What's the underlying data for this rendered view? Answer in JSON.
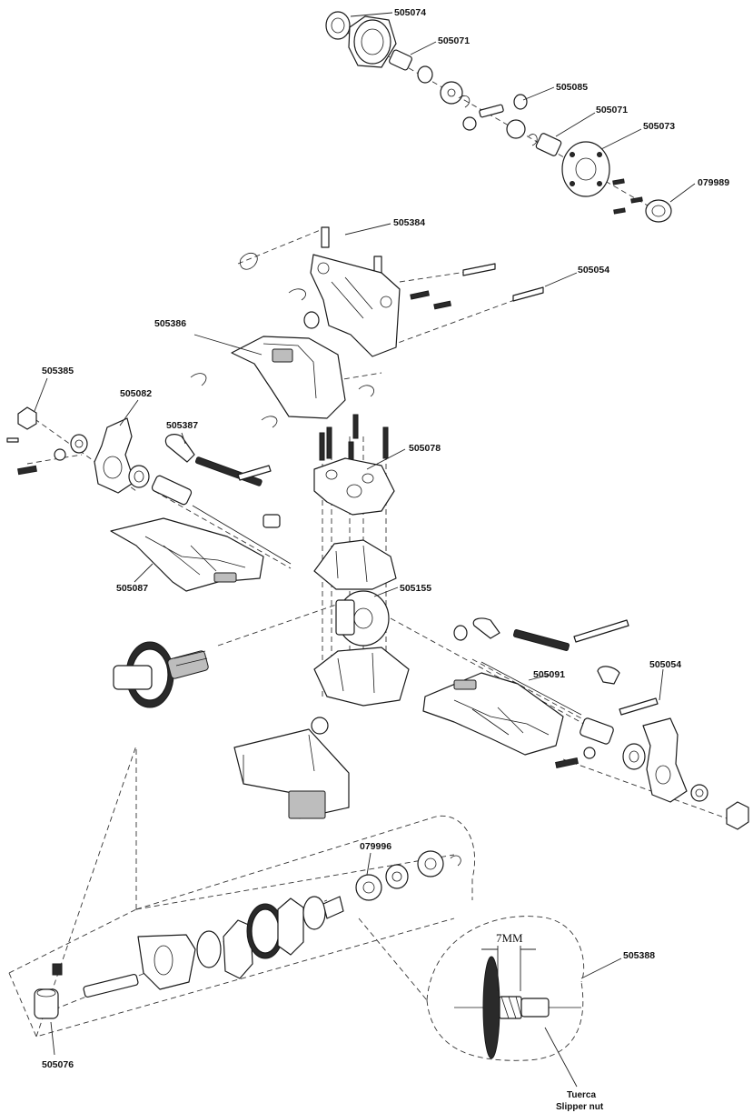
{
  "diagram": {
    "part_numbers": {
      "diff_case": "505074",
      "diff_cup_top": "505071",
      "diff_gear_small": "505085",
      "diff_cup_right": "505071",
      "diff_ring": "505073",
      "bearing_top": "079989",
      "shock_tower_studs": "505384",
      "shock_tower_pins": "505054",
      "gear_cover": "505386",
      "wheel_nut_left": "505385",
      "hub_carrier_left": "505082",
      "turnbuckle_left": "505387",
      "bulkhead": "505078",
      "arm_left": "505087",
      "diff_assembly": "505155",
      "arm_right": "505091",
      "hinge_pin_right": "505054",
      "bearings_slipper": "079996",
      "slipper_nut": "505388",
      "outdrive": "505076"
    },
    "dimension_label": "7MM",
    "nut_label_es": "Tuerca",
    "nut_label_en": "Slipper nut"
  }
}
